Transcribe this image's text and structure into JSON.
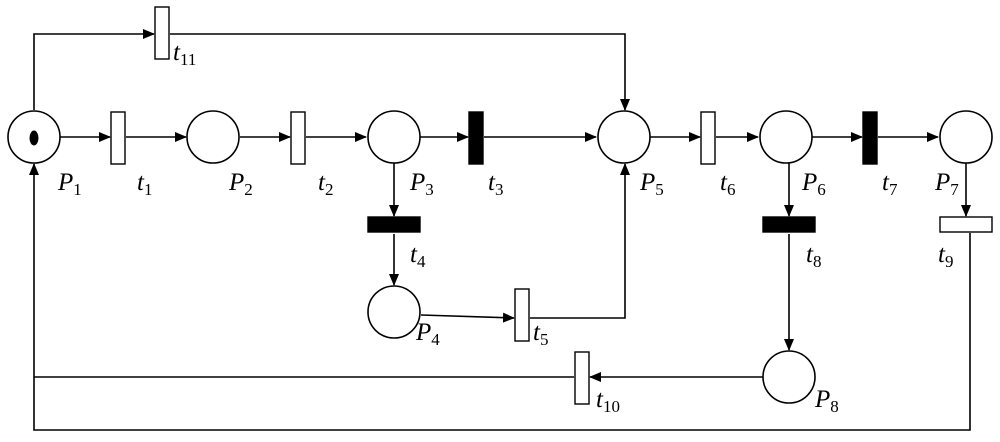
{
  "places": [
    {
      "id": "p1",
      "letter": "P",
      "index": "1",
      "tokens": 1
    },
    {
      "id": "p2",
      "letter": "P",
      "index": "2",
      "tokens": 0
    },
    {
      "id": "p3",
      "letter": "P",
      "index": "3",
      "tokens": 0
    },
    {
      "id": "p4",
      "letter": "P",
      "index": "4",
      "tokens": 0
    },
    {
      "id": "p5",
      "letter": "P",
      "index": "5",
      "tokens": 0
    },
    {
      "id": "p6",
      "letter": "P",
      "index": "6",
      "tokens": 0
    },
    {
      "id": "p7",
      "letter": "P",
      "index": "7",
      "tokens": 0
    },
    {
      "id": "p8",
      "letter": "P",
      "index": "8",
      "tokens": 0
    }
  ],
  "transitions": [
    {
      "id": "t1",
      "letter": "t",
      "index": "1",
      "kind": "immediate"
    },
    {
      "id": "t2",
      "letter": "t",
      "index": "2",
      "kind": "immediate"
    },
    {
      "id": "t3",
      "letter": "t",
      "index": "3",
      "kind": "timed"
    },
    {
      "id": "t4",
      "letter": "t",
      "index": "4",
      "kind": "timed"
    },
    {
      "id": "t5",
      "letter": "t",
      "index": "5",
      "kind": "immediate"
    },
    {
      "id": "t6",
      "letter": "t",
      "index": "6",
      "kind": "immediate"
    },
    {
      "id": "t7",
      "letter": "t",
      "index": "7",
      "kind": "timed"
    },
    {
      "id": "t8",
      "letter": "t",
      "index": "8",
      "kind": "timed"
    },
    {
      "id": "t9",
      "letter": "t",
      "index": "9",
      "kind": "immediate"
    },
    {
      "id": "t10",
      "letter": "t",
      "index": "10",
      "kind": "immediate"
    },
    {
      "id": "t11",
      "letter": "t",
      "index": "11",
      "kind": "immediate"
    }
  ],
  "colors": {
    "stroke": "#000000",
    "background": "#ffffff"
  }
}
